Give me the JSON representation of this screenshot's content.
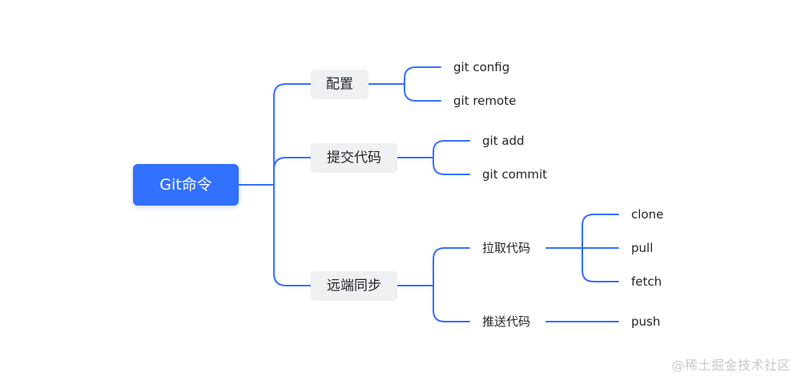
{
  "root": {
    "label": "Git命令"
  },
  "branches": [
    {
      "label": "配置",
      "children": [
        {
          "label": "git config"
        },
        {
          "label": "git remote"
        }
      ]
    },
    {
      "label": "提交代码",
      "children": [
        {
          "label": "git add"
        },
        {
          "label": "git commit"
        }
      ]
    },
    {
      "label": "远端同步",
      "children": [
        {
          "label": "拉取代码",
          "children": [
            {
              "label": "clone"
            },
            {
              "label": "pull"
            },
            {
              "label": "fetch"
            }
          ]
        },
        {
          "label": "推送代码",
          "children": [
            {
              "label": "push"
            }
          ]
        }
      ]
    }
  ],
  "watermark": "@稀土掘金技术社区",
  "colors": {
    "root_bg": "#3370ff",
    "root_text": "#ffffff",
    "branch_bg": "#eef0f2",
    "branch_text": "#1f2329",
    "connector": "#3370ff",
    "leaf_text": "#1f2329"
  }
}
